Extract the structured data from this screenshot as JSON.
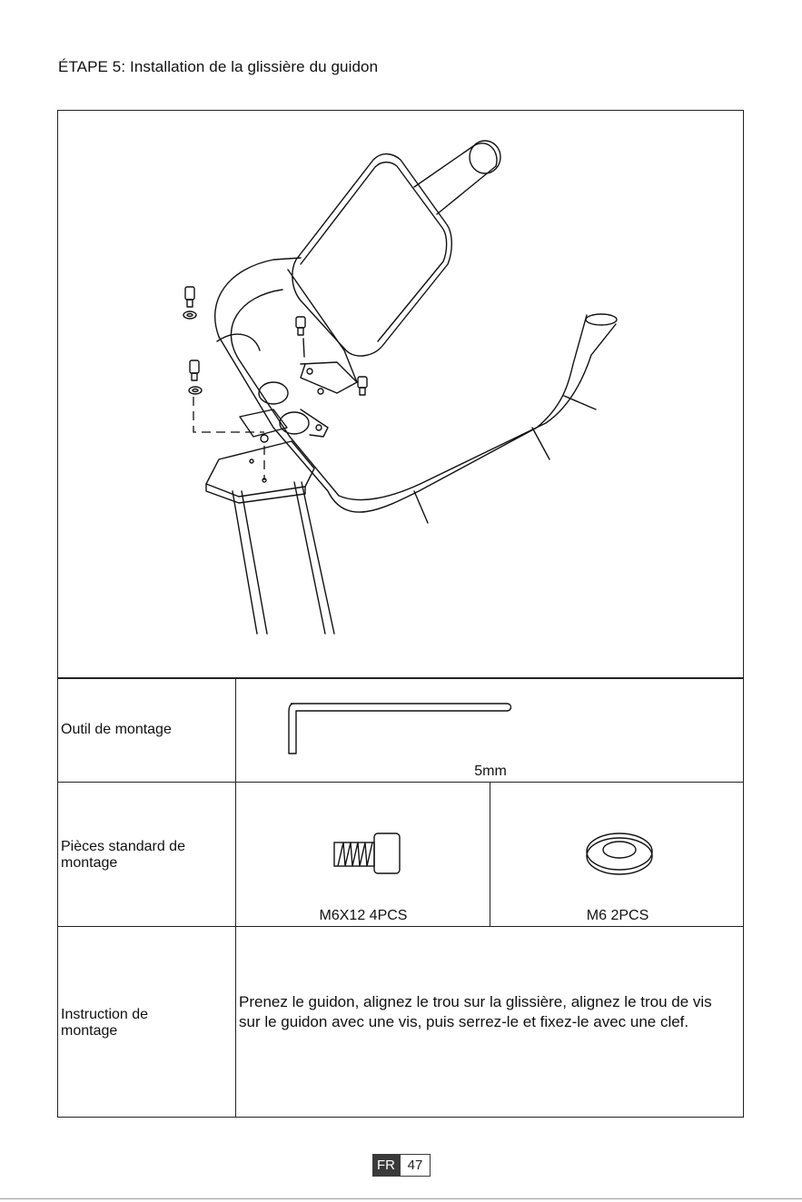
{
  "page": {
    "title": "ÉTAPE 5: Installation de la glissière du guidon"
  },
  "table": {
    "tool_label": "Outil de montage",
    "tool_size": "5mm",
    "parts_label": "Pièces standard  de montage",
    "part_bolt": "M6X12  4PCS",
    "part_washer": "M6 2PCS",
    "instruction_label": "Instruction de montage",
    "instruction_text": "Prenez le guidon, alignez le trou sur la glissière, alignez le trou de vis sur le guidon avec une vis, puis serrez-le et fixez-le avec une clef."
  },
  "footer": {
    "lang": "FR",
    "page_number": "47"
  }
}
